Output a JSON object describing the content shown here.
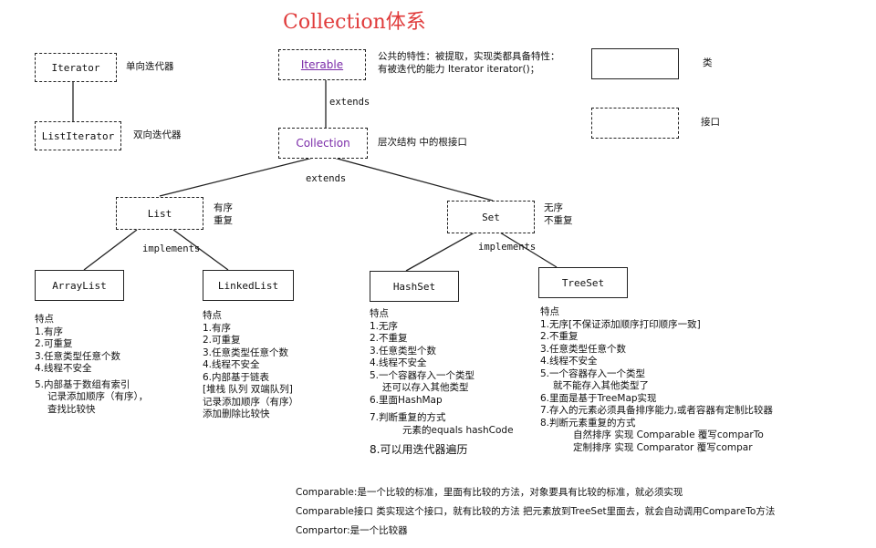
{
  "title": "Collection体系",
  "nodes": {
    "iterator": "Iterator",
    "list_iterator": "ListIterator",
    "iterable": "Iterable",
    "collection": "Collection",
    "list": "List",
    "set": "Set",
    "arraylist": "ArrayList",
    "linkedlist": "LinkedList",
    "hashset": "HashSet",
    "treeset": "TreeSet"
  },
  "notes": {
    "iterator": "单向迭代器",
    "list_iterator": "双向迭代器",
    "iterable_1": "公共的特性：被提取，实现类都具备特性：",
    "iterable_2": "有被迭代的能力 Iterator iterator()；",
    "collection": "层次结构 中的根接口",
    "list_1": "有序",
    "list_2": "重复",
    "set_1": "无序",
    "set_2": "不重复",
    "extends_1": "extends",
    "extends_2": "extends",
    "implements_1": "implements",
    "implements_2": "implements"
  },
  "legend": {
    "class_label": "类",
    "interface_label": "接口"
  },
  "features": {
    "arraylist": [
      "特点",
      "1.有序",
      "2.可重复",
      "3.任意类型任意个数",
      "4.线程不安全",
      "5.内部基于数组有索引",
      "记录添加顺序（有序），",
      "查找比较快"
    ],
    "linkedlist": [
      "特点",
      "1.有序",
      "2.可重复",
      "3.任意类型任意个数",
      "4.线程不安全",
      "6.内部基于链表",
      "[堆栈 队列 双端队列]",
      "记录添加顺序（有序）",
      "添加删除比较快"
    ],
    "hashset": [
      "特点",
      "1.无序",
      "2.不重复",
      "3.任意类型个数",
      "4.线程不安全",
      "5.一个容器存入一个类型",
      "还可以存入其他类型",
      "6.里面HashMap",
      "7.判断重复的方式",
      "元素的equals hashCode",
      "8.可以用迭代器遍历"
    ],
    "treeset": [
      "特点",
      "1.无序[不保证添加顺序打印顺序一致]",
      "2.不重复",
      "3.任意类型任意个数",
      "4.线程不安全",
      "5.一个容器存入一个类型",
      "就不能存入其他类型了",
      "6.里面是基于TreeMap实现",
      "7.存入的元素必须具备排序能力,或者容器有定制比较器",
      "8.判断元素重复的方式",
      "自然排序 实现 Comparable 覆写comparTo",
      "定制排序 实现 Comparator 覆写compar"
    ]
  },
  "bottom": [
    "Comparable:是一个比较的标准，里面有比较的方法，对象要具有比较的标准，就必须实现",
    "Comparable接口 类实现这个接口，就有比较的方法 把元素放到TreeSet里面去，就会自动调用CompareTo方法",
    "Compartor:是一个比较器"
  ]
}
